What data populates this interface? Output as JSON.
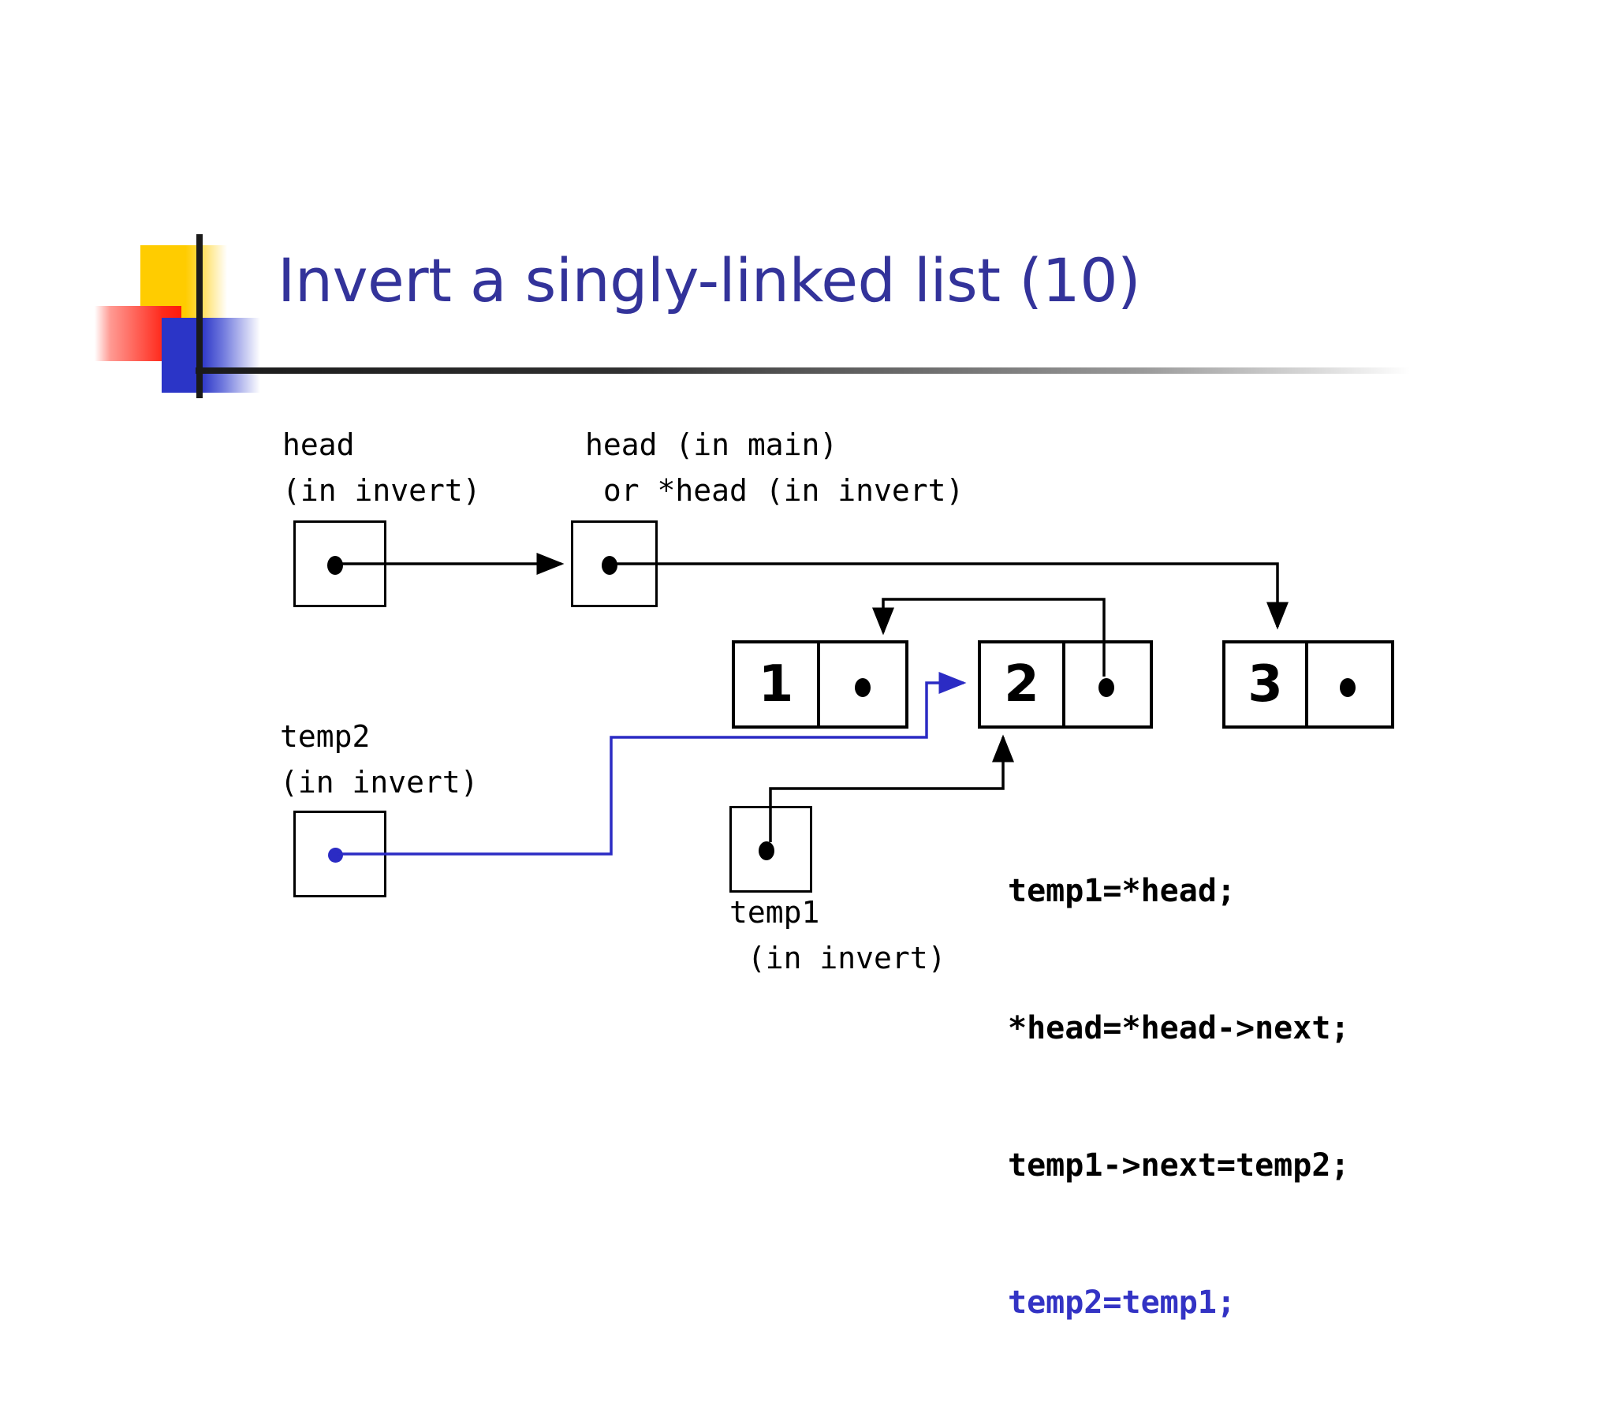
{
  "slide": {
    "title": "Invert a singly-linked list (10)",
    "title_color": "#33339A",
    "background": "#ffffff"
  },
  "decoration": {
    "yellow_color": "#FFCC00",
    "red_color": "#FF2A1C",
    "blue_color": "#2B35C7",
    "rule_color": "#1a1a1a"
  },
  "labels": {
    "head_invert_line1": "head",
    "head_invert_line2": "(in invert)",
    "head_main_line1": "head (in main)",
    "head_main_line2": " or *head (in invert)",
    "temp2_line1": "temp2",
    "temp2_line2": "(in invert)",
    "temp1_line1": "temp1",
    "temp1_line2": " (in invert)"
  },
  "nodes": [
    {
      "value": "1"
    },
    {
      "value": "2"
    },
    {
      "value": "3"
    }
  ],
  "code": {
    "lines": [
      {
        "text": "temp1=*head;",
        "highlight": false
      },
      {
        "text": "*head=*head->next;",
        "highlight": false
      },
      {
        "text": "temp1->next=temp2;",
        "highlight": false
      },
      {
        "text": "temp2=temp1;",
        "highlight": true
      }
    ],
    "highlight_color": "#3333C4",
    "normal_color": "#000000"
  },
  "pointers": {
    "head_invert_box": "pointer-cell",
    "head_main_box": "pointer-cell",
    "temp2_box": "pointer-cell",
    "temp1_box": "pointer-cell",
    "temp2_wire_color": "#2B2BC4",
    "wire_color": "#000000"
  }
}
